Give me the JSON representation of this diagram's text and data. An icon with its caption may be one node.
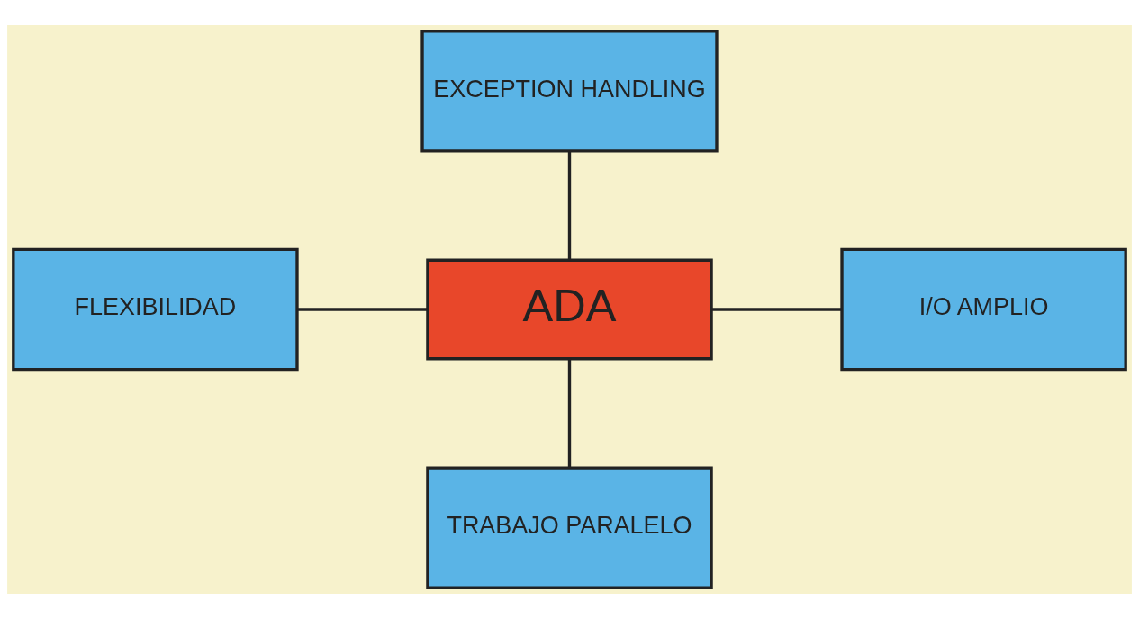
{
  "diagram": {
    "nodes": [
      {
        "text": [
          "EXCEPTION HANDLING"
        ]
      },
      {
        "text": [
          "FLEXIBILIDAD"
        ]
      },
      {
        "text": [
          "ADA"
        ]
      },
      {
        "text": [
          "I/O AMPLIO"
        ]
      },
      {
        "text": [
          "TRABAJO PARALELO"
        ]
      }
    ],
    "edges": [
      {
        "from": 0,
        "to": 2,
        "arrow": "none"
      },
      {
        "from": 1,
        "to": 2,
        "arrow": "none"
      },
      {
        "from": 2,
        "to": 3,
        "arrow": "none"
      },
      {
        "from": 2,
        "to": 4,
        "arrow": "none"
      }
    ]
  }
}
